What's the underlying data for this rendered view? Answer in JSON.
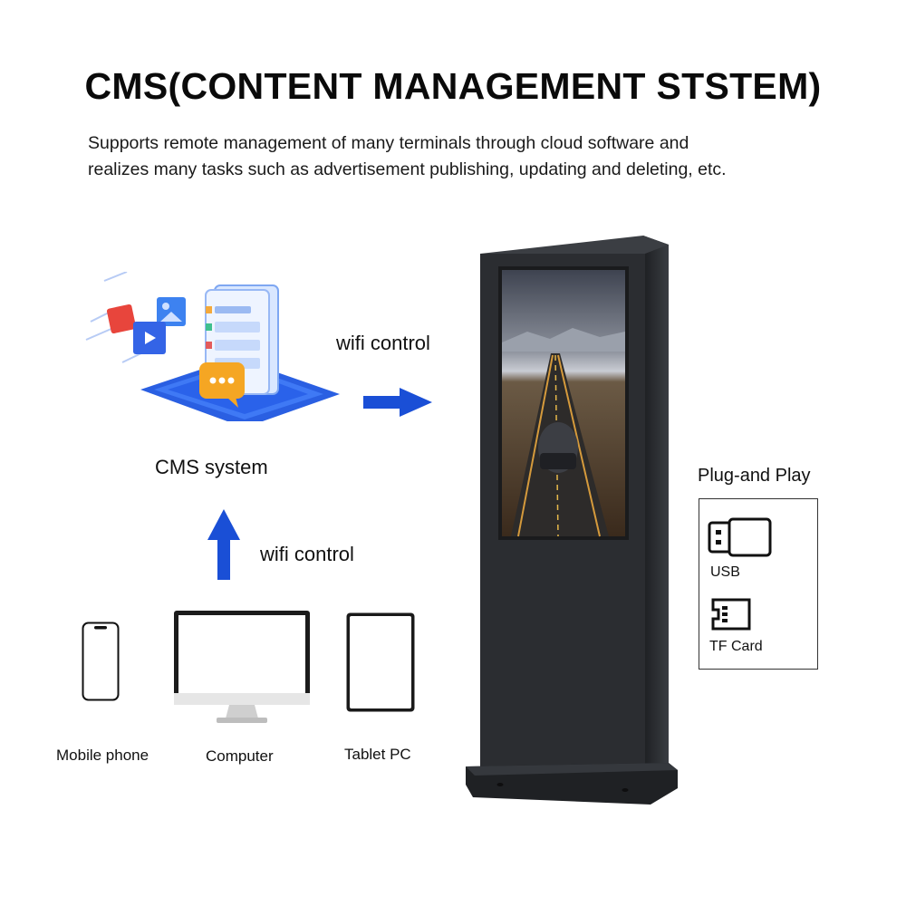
{
  "title": "CMS(CONTENT MANAGEMENT STSTEM)",
  "description": "Supports remote management of many terminals through cloud software and realizes many tasks such as advertisement publishing, updating and deleting, etc.",
  "cms": {
    "label": "CMS system",
    "wifi_right_label": "wifi control",
    "wifi_up_label": "wifi control",
    "accent_color": "#1a4fd6"
  },
  "devices": [
    {
      "label": "Mobile phone",
      "icon": "mobile-phone-icon"
    },
    {
      "label": "Computer",
      "icon": "computer-monitor-icon"
    },
    {
      "label": "Tablet PC",
      "icon": "tablet-icon"
    }
  ],
  "plug_and_play": {
    "heading": "Plug-and Play",
    "items": [
      {
        "label": "USB",
        "icon": "usb-icon"
      },
      {
        "label": "TF Card",
        "icon": "tf-card-icon"
      }
    ]
  },
  "kiosk": {
    "body_color": "#2b2d31",
    "icon": "digital-signage-kiosk"
  }
}
